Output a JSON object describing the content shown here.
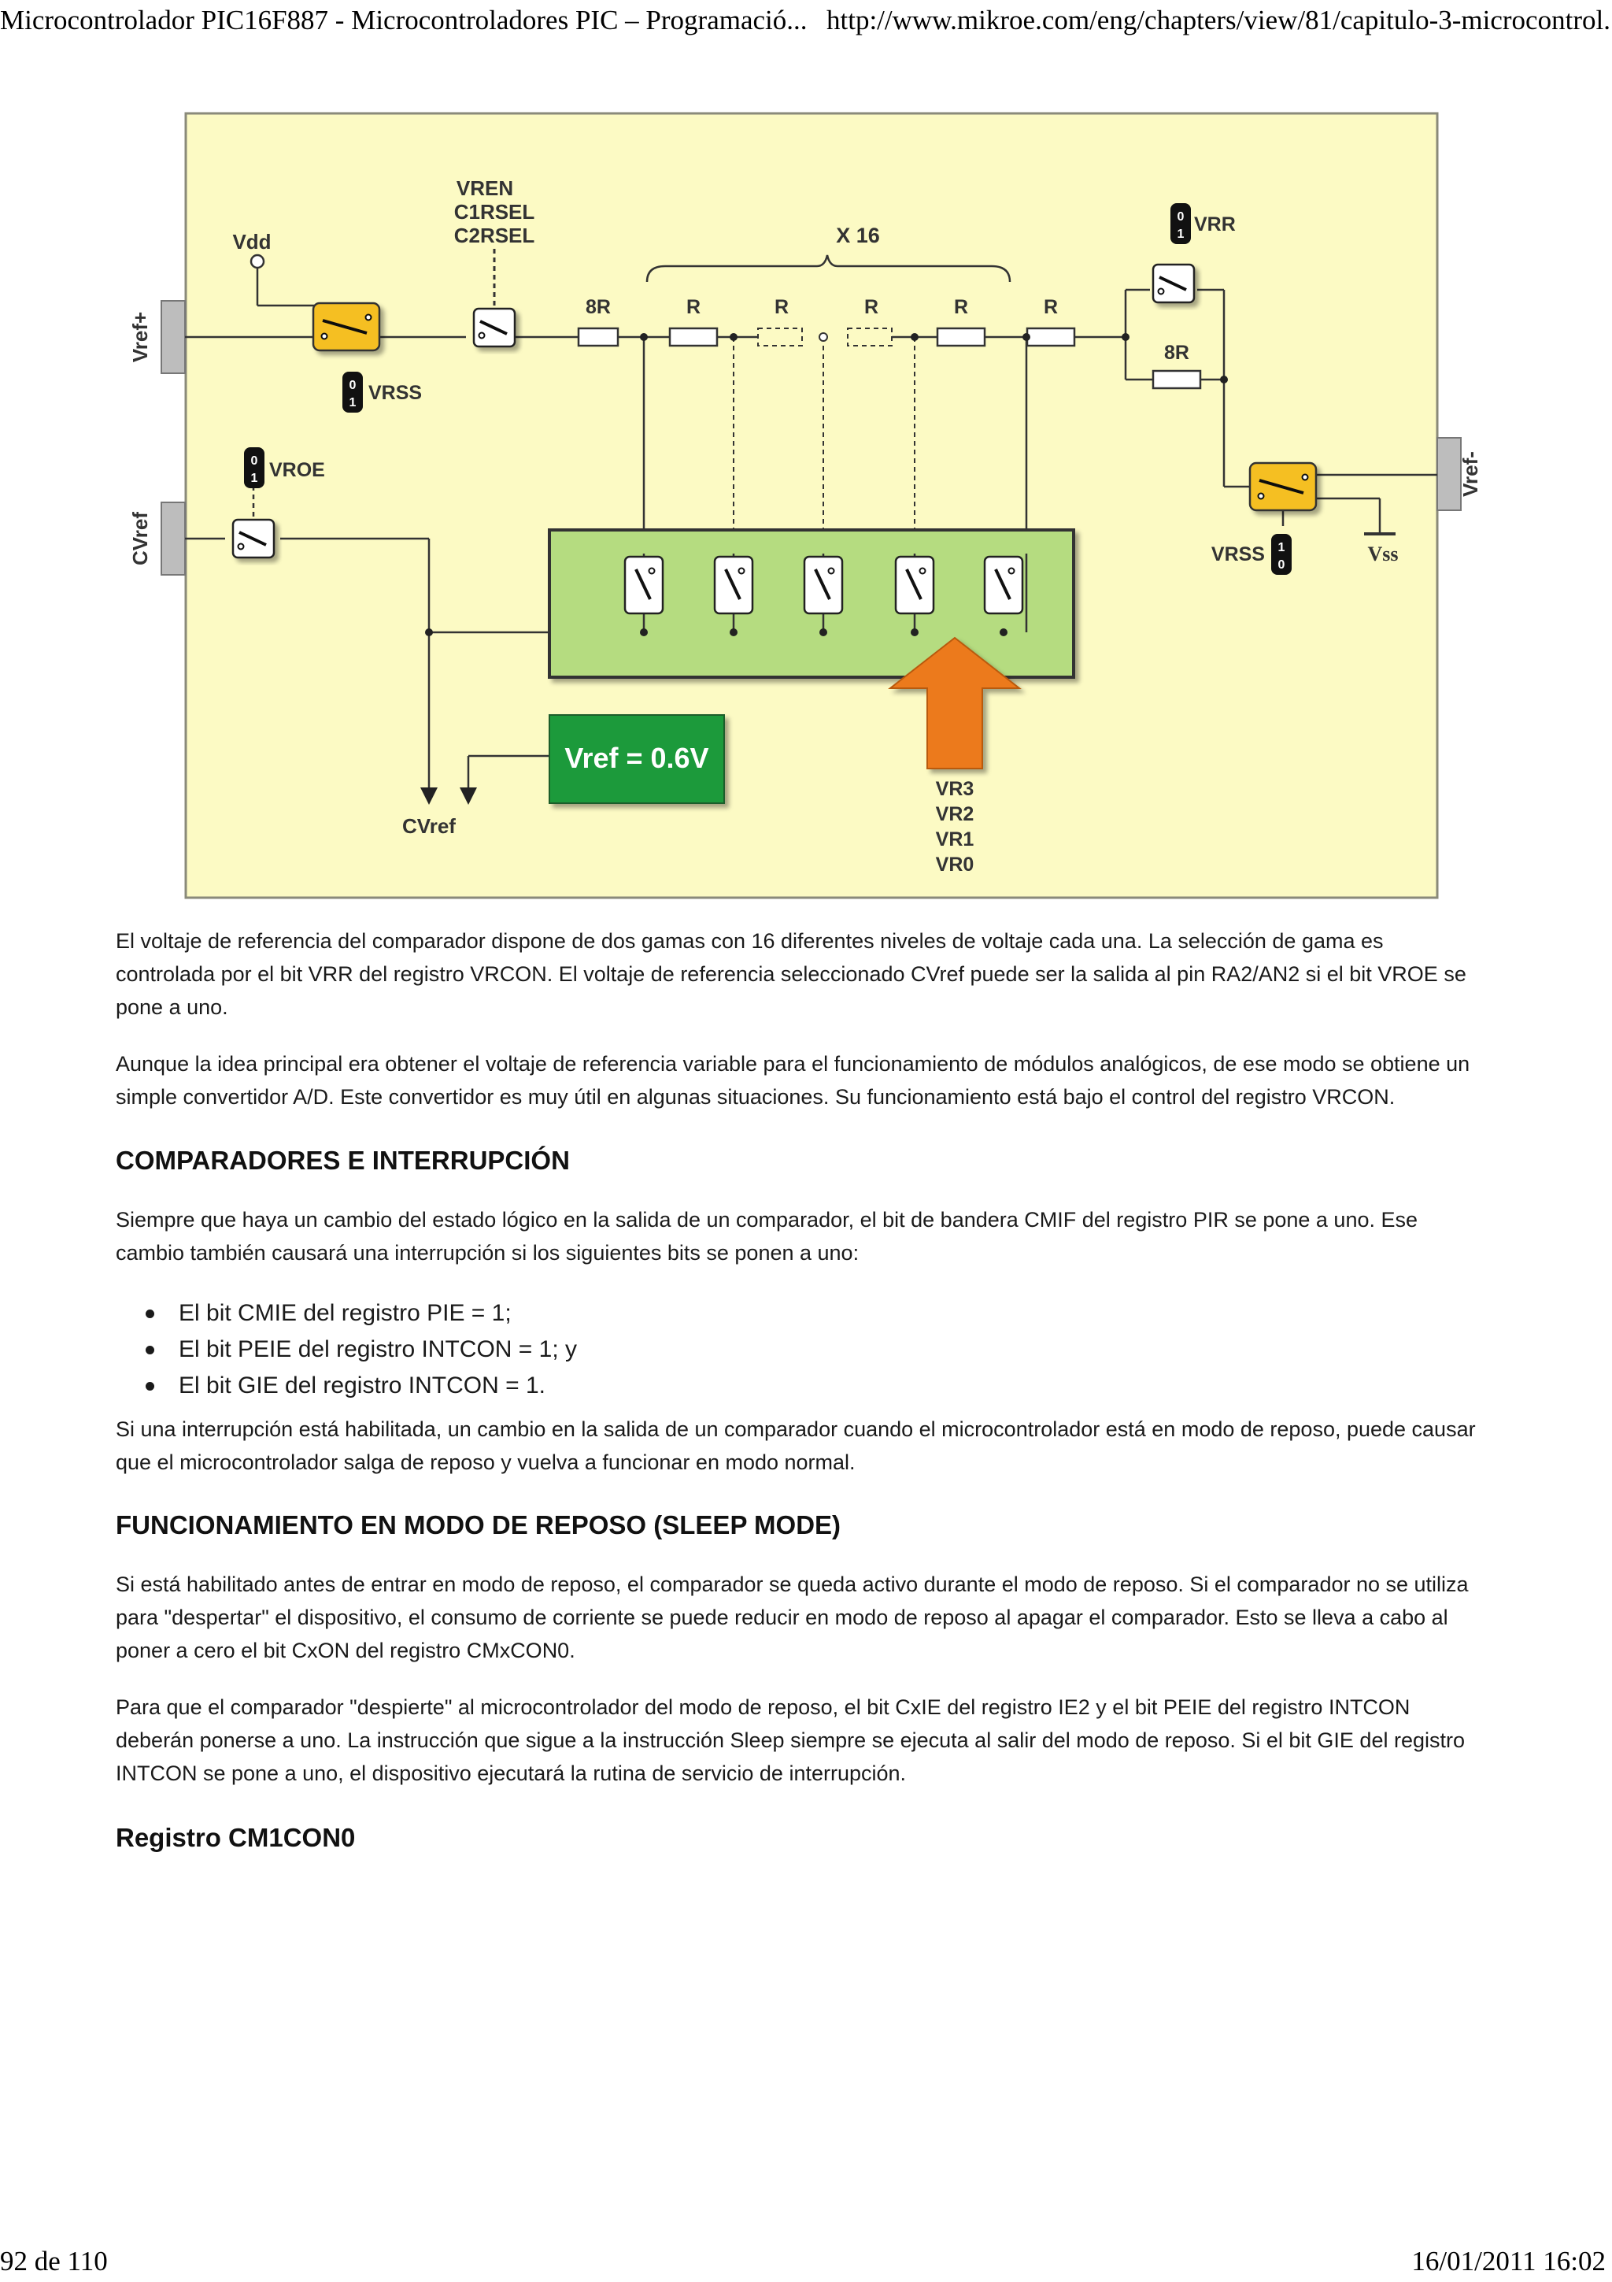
{
  "header": {
    "title": "Microcontrolador PIC16F887 - Microcontroladores PIC – Programació...",
    "url": "http://www.mikroe.com/eng/chapters/view/81/capitulo-3-microcontrol..."
  },
  "footer": {
    "page": "92 de 110",
    "datetime": "16/01/2011 16:02"
  },
  "diagram": {
    "labels": {
      "vref_plus": "Vref+",
      "vref_minus": "Vref-",
      "cvref_pin": "CVref",
      "cvref_out": "CVref",
      "vdd": "Vdd",
      "vss": "Vss",
      "vren": "VREN",
      "c1rsel": "C1RSEL",
      "c2rsel": "C2RSEL",
      "x16": "X 16",
      "r8_top": "8R",
      "r8_right": "8R",
      "r": "R",
      "vrr": "VRR",
      "vrss_left": "VRSS",
      "vrss_right": "VRSS",
      "vroe": "VROE",
      "vref_value": "Vref = 0.6V",
      "vr3": "VR3",
      "vr2": "VR2",
      "vr1": "VR1",
      "vr0": "VR0",
      "bit0": "0",
      "bit1": "1"
    },
    "colors": {
      "background": "#fcfac4",
      "mux": "#b5dc80",
      "value_box": "#1e9a3a",
      "arrow": "#ec7a1c",
      "switch_yellow": "#f5bf22"
    }
  },
  "paragraphs": {
    "p1": "El voltaje de referencia del comparador dispone de dos gamas con 16 diferentes niveles de voltaje cada una. La selección de gama es controlada por el bit VRR del registro VRCON. El voltaje de referencia seleccionado CVref puede ser la salida al pin RA2/AN2 si el bit VROE se pone a uno.",
    "p2": "Aunque la idea principal era obtener el voltaje de referencia variable para el funcionamiento de módulos analógicos, de ese modo se obtiene un simple convertidor A/D. Este convertidor es muy útil en algunas situaciones. Su funcionamiento está bajo el control del registro VRCON.",
    "p3": "Siempre que haya un cambio del estado lógico en la salida de un comparador, el bit de bandera CMIF del registro PIR se pone a uno. Ese cambio también causará una interrupción si los siguientes bits se ponen a uno:",
    "p4": "Si una interrupción está habilitada, un cambio en la salida de un comparador cuando el microcontrolador está en modo de reposo, puede causar que el microcontrolador salga de reposo y vuelva a funcionar en modo normal.",
    "p5": "Si está habilitado antes de entrar en modo de reposo, el comparador se queda activo durante el modo de reposo. Si el comparador no se utiliza para \"despertar\" el dispositivo, el consumo de corriente se puede reducir en modo de reposo al apagar el comparador. Esto se lleva a cabo al poner a cero el bit CxON del registro CMxCON0.",
    "p6": "Para que el comparador \"despierte\" al microcontrolador del modo de reposo, el bit CxIE del registro IE2 y el bit PEIE del registro INTCON deberán ponerse a uno. La instrucción que sigue a la instrucción Sleep siempre se ejecuta al salir del modo de reposo. Si el bit GIE del registro INTCON se pone a uno, el dispositivo ejecutará la rutina de servicio de interrupción."
  },
  "headings": {
    "h1": "COMPARADORES E INTERRUPCIÓN",
    "h2": "FUNCIONAMIENTO EN MODO DE REPOSO (SLEEP MODE)",
    "h3": "Registro CM1CON0"
  },
  "bullets": [
    "El bit CMIE del registro PIE = 1;",
    "El bit PEIE del registro INTCON = 1; y",
    "El bit GIE del registro INTCON = 1."
  ]
}
